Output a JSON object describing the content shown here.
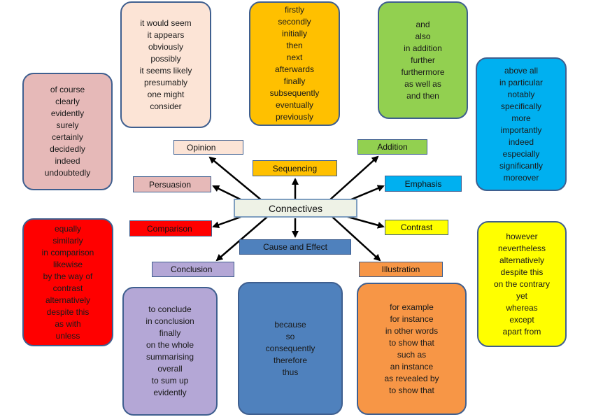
{
  "center": "Connectives",
  "categories": {
    "opinion": "Opinion",
    "addition": "Addition",
    "sequencing": "Sequencing",
    "persuasion": "Persuasion",
    "emphasis": "Emphasis",
    "comparison": "Comparison",
    "contrast": "Contrast",
    "cause_effect": "Cause and Effect",
    "conclusion": "Conclusion",
    "illustration": "Illustration"
  },
  "boxes": {
    "persuasion": [
      "of course",
      "clearly",
      "evidently",
      "surely",
      "certainly",
      "decidedly",
      "indeed",
      "undoubtedly"
    ],
    "opinion": [
      "it would seem",
      "it appears",
      "obviously",
      "possibly",
      "it seems likely",
      "presumably",
      "one might",
      "consider"
    ],
    "sequencing": [
      "firstly",
      "secondly",
      "initially",
      "then",
      "next",
      "afterwards",
      "finally",
      "subsequently",
      "eventually",
      "previously"
    ],
    "addition": [
      "and",
      "also",
      "in addition",
      "further",
      "furthermore",
      "as well as",
      "and then"
    ],
    "emphasis": [
      "above all",
      "in particular",
      "notably",
      "specifically",
      "more",
      "importantly",
      "indeed",
      "especially",
      "significantly",
      "moreover"
    ],
    "comparison": [
      "equally",
      "similarly",
      "in comparison",
      "likewise",
      "by the way of",
      "contrast",
      "alternatively",
      "despite this",
      "as with",
      "unless"
    ],
    "conclusion": [
      "to conclude",
      "in conclusion",
      "finally",
      "on the whole",
      "summarising",
      "overall",
      "to sum up",
      "evidently"
    ],
    "cause_effect": [
      "because",
      "so",
      "consequently",
      "therefore",
      "thus"
    ],
    "illustration": [
      "for example",
      "for instance",
      "in other words",
      "to show that",
      "such as",
      "an instance",
      "as revealed by",
      "to show that"
    ],
    "contrast": [
      "however",
      "nevertheless",
      "alternatively",
      "despite this",
      "on the contrary",
      "yet",
      "whereas",
      "except",
      "apart from"
    ]
  },
  "colors": {
    "persuasion": "#e6b9b8",
    "opinion": "#fce4d6",
    "sequencing": "#ffc000",
    "addition": "#92d050",
    "emphasis": "#00b0f0",
    "comparison": "#ff0000",
    "contrast": "#ffff00",
    "cause_effect": "#4f81bd",
    "conclusion": "#b4a7d6",
    "illustration": "#f79646",
    "center": "#eef2e6"
  }
}
